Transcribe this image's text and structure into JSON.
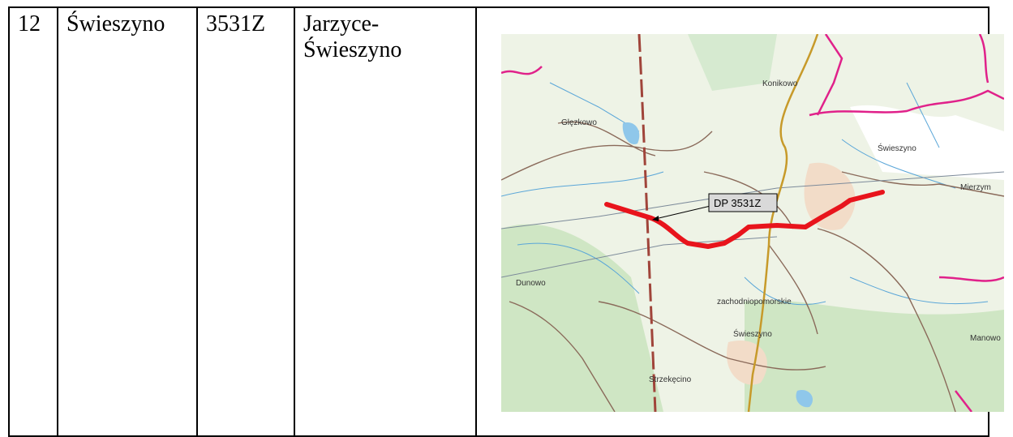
{
  "row": {
    "number": "12",
    "commune": "Świeszyno",
    "road_number": "3531Z",
    "route_line1": "Jarzyce-",
    "route_line2": "Świeszyno"
  },
  "map": {
    "road_label": "DP 3531Z",
    "places": {
      "konikowo": "Konikowo",
      "glezkowo": "Glęzkowo",
      "swieszyno_ne": "Świeszyno",
      "mierzym": "Mierzym",
      "dunowo": "Dunowo",
      "voivodeship": "zachodniopomorskie",
      "swieszyno_s": "Świeszyno",
      "manowo": "Manowo",
      "strzekecino": "Strzekęcino"
    },
    "colors": {
      "road_highlight": "#e8141c",
      "boundary": "#e0218a",
      "main_road": "#c79a2a",
      "railway": "#a0443a"
    }
  }
}
